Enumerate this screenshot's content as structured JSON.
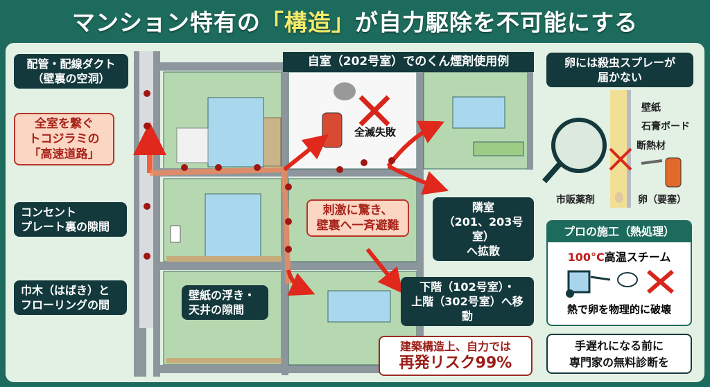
{
  "title": {
    "part1": "マンション特有の",
    "highlight": "「構造」",
    "part2": "が自力駆除を不可能にする"
  },
  "labels": {
    "duct": [
      "配管・配線ダクト",
      "（壁裏の空洞）"
    ],
    "highway": [
      "全室を繋ぐ",
      "トコジラミの",
      "「高速道路」"
    ],
    "outlet": [
      "コンセント",
      "プレート裏の隙間"
    ],
    "baseboard": [
      "巾木（はばき）と",
      "フローリングの間"
    ],
    "wallpaper": [
      "壁紙の浮き・",
      "天井の隙間"
    ],
    "example_header": "自室（202号室）でのくん煙剤使用例",
    "fail": "全滅失敗",
    "escape": [
      "刺激に驚き、",
      "壁裏へ一斉避難"
    ],
    "neighbor": [
      "隣室",
      "（201、203号室）",
      "へ拡散"
    ],
    "floors": [
      "下階（102号室）・",
      "上階（302号室）へ移動"
    ],
    "risk_line1": "建築構造上、自力では",
    "risk_line2": "再発リスク99%"
  },
  "egg_panel": {
    "header": [
      "卵には殺虫スプレーが",
      "届かない"
    ],
    "wallpaper": "壁紙",
    "gypsum": "石膏ボード",
    "insulation": "断熱材",
    "otc": "市販薬剤",
    "egg": "卵（要塞）"
  },
  "pro_panel": {
    "header": "プロの施工（熱処理）",
    "temp": "100°C",
    "steam": "高温スチーム",
    "caption": "熱で卵を物理的に破壊"
  },
  "cta": [
    "手遅れになる前に",
    "専門家の無料診断を"
  ],
  "colors": {
    "brand_green": "#1d6b5c",
    "dark_label": "#14393c",
    "alert_red": "#d8261c",
    "highlight_yellow": "#f4ea6a"
  }
}
